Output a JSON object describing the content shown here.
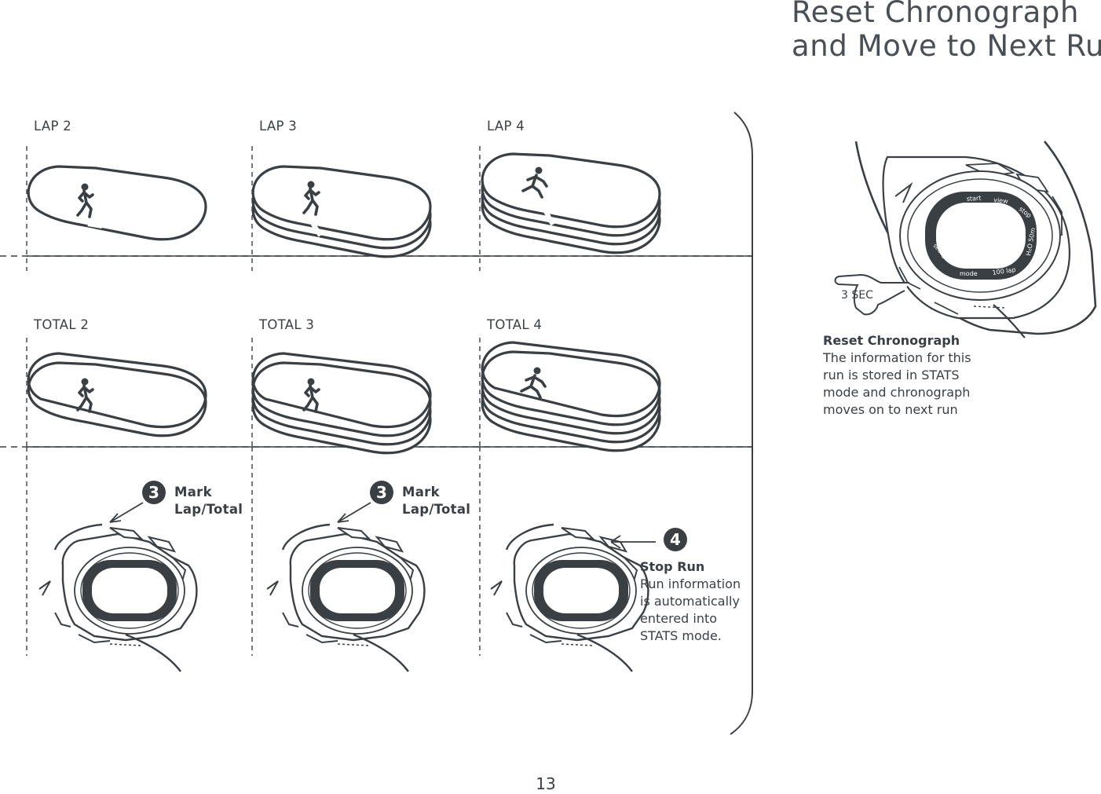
{
  "page": {
    "title_line1": "Reset Chronograph",
    "title_line2": "and Move to Next Run",
    "page_number": "13"
  },
  "laps": [
    "LAP 2",
    "LAP 3",
    "LAP 4"
  ],
  "totals": [
    "TOTAL 2",
    "TOTAL 3",
    "TOTAL 4"
  ],
  "steps": [
    {
      "number": "3",
      "label_line1": "Mark",
      "label_line2": "Lap/Total"
    },
    {
      "number": "3",
      "label_line1": "Mark",
      "label_line2": "Lap/Total"
    },
    {
      "number": "4",
      "heading": "Stop Run",
      "text": "Run information is automatically entered into STATS mode."
    }
  ],
  "reset": {
    "hold_label": "3 SEC",
    "heading": "Reset Chronograph",
    "text": "The information for this run is stored in STATS mode and chronograph moves on to next run"
  },
  "watch_bezel": {
    "start": "start",
    "view": "view",
    "stop": "stop",
    "water": "H₂O 50m",
    "light": "set/light",
    "mode": "mode",
    "laps": "100 lap"
  },
  "colors": {
    "ink": "#3a3f44",
    "title": "#4a4f55"
  }
}
